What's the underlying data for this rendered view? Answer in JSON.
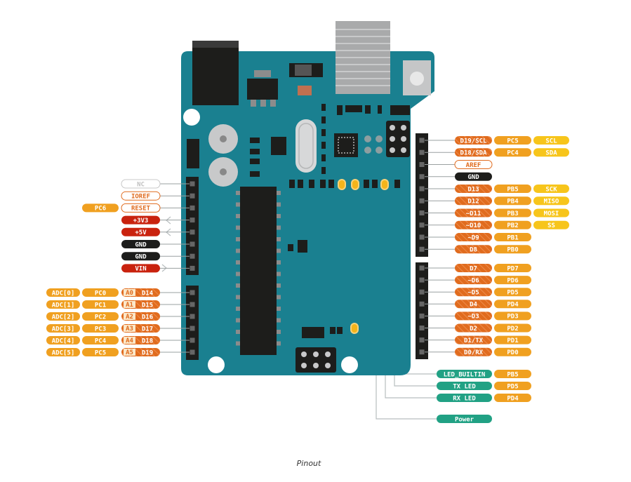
{
  "caption": "Pinout",
  "colors": {
    "board": "#1a8090",
    "board_dark": "#0e6d7a",
    "header": "#1a1a1a",
    "pin": "#555555",
    "orange": "#f0a020",
    "dark_orange": "#e06b1e",
    "red": "#c9220e",
    "black": "#1d1d1b",
    "yellow": "#f7c51b",
    "teal": "#21a184",
    "line": "#b8bebf",
    "led": "#f4b41a"
  },
  "left_power": [
    {
      "label": "NC",
      "style": "outline-gray"
    },
    {
      "label": "IOREF",
      "style": "outline-orange"
    },
    {
      "label": "RESET",
      "style": "outline-orange",
      "port": "PC6"
    },
    {
      "label": "+3V3",
      "style": "red"
    },
    {
      "label": "+5V",
      "style": "red"
    },
    {
      "label": "GND",
      "style": "black"
    },
    {
      "label": "GND",
      "style": "black"
    },
    {
      "label": "VIN",
      "style": "red"
    }
  ],
  "left_analog": [
    {
      "adc": "ADC[0]",
      "port": "PC0",
      "analog": "A0",
      "digital": "D14"
    },
    {
      "adc": "ADC[1]",
      "port": "PC1",
      "analog": "A1",
      "digital": "D15"
    },
    {
      "adc": "ADC[2]",
      "port": "PC2",
      "analog": "A2",
      "digital": "D16"
    },
    {
      "adc": "ADC[3]",
      "port": "PC3",
      "analog": "A3",
      "digital": "D17"
    },
    {
      "adc": "ADC[4]",
      "port": "PC4",
      "analog": "A4",
      "digital": "D18"
    },
    {
      "adc": "ADC[5]",
      "port": "PC5",
      "analog": "A5",
      "digital": "D19"
    }
  ],
  "right_upper": [
    {
      "label": "D19/SCL",
      "port": "PC5",
      "func": "SCL",
      "func_color": "yellow"
    },
    {
      "label": "D18/SDA",
      "port": "PC4",
      "func": "SDA",
      "func_color": "yellow"
    },
    {
      "label": "AREF",
      "style": "outline-orange"
    },
    {
      "label": "GND",
      "style": "black"
    },
    {
      "label": "D13",
      "port": "PB5",
      "func": "SCK",
      "func_color": "yellow"
    },
    {
      "label": "D12",
      "port": "PB4",
      "func": "MISO",
      "func_color": "yellow"
    },
    {
      "label": "~D11",
      "port": "PB3",
      "func": "MOSI",
      "func_color": "yellow"
    },
    {
      "label": "~D10",
      "port": "PB2",
      "func": "SS",
      "func_color": "yellow"
    },
    {
      "label": "~D9",
      "port": "PB1"
    },
    {
      "label": "D8",
      "port": "PB0"
    }
  ],
  "right_lower": [
    {
      "label": "D7",
      "port": "PD7"
    },
    {
      "label": "~D6",
      "port": "PD6"
    },
    {
      "label": "~D5",
      "port": "PD5"
    },
    {
      "label": "D4",
      "port": "PD4"
    },
    {
      "label": "~D3",
      "port": "PD3"
    },
    {
      "label": "D2",
      "port": "PD2"
    },
    {
      "label": "D1/TX",
      "port": "PD1"
    },
    {
      "label": "D0/RX",
      "port": "PD0"
    }
  ],
  "leds": [
    {
      "label": "LED_BUILTIN",
      "port": "PB5"
    },
    {
      "label": "TX LED",
      "port": "PD5"
    },
    {
      "label": "RX LED",
      "port": "PD4"
    },
    {
      "label": "Power"
    }
  ]
}
